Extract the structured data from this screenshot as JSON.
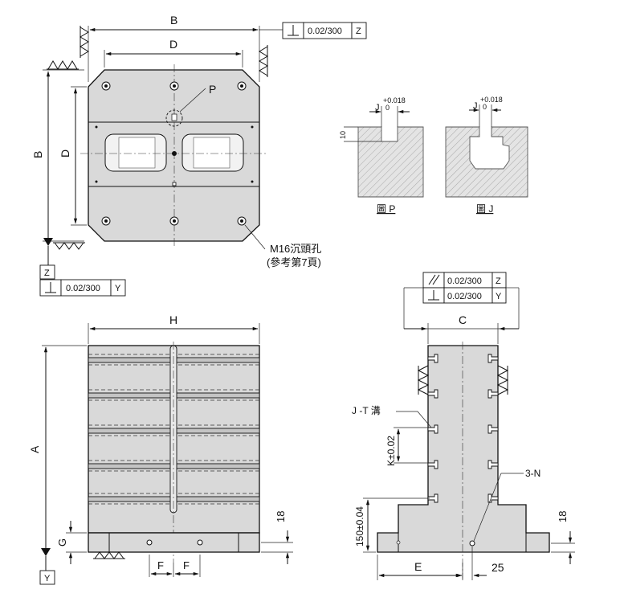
{
  "dims": {
    "B": "B",
    "D": "D",
    "H": "H",
    "A": "A",
    "C": "C",
    "E": "E",
    "F": "F",
    "G": "G",
    "val_18": "18",
    "val_25": "25",
    "val_150": "150±0.04",
    "val_10": "10",
    "K": "K±0.02"
  },
  "tolerance": {
    "perp": "0.02/300",
    "parallel": "0.02/300",
    "datum_Z": "Z",
    "datum_Y": "Y"
  },
  "labels": {
    "P": "P",
    "J": "J",
    "J_tol_plus": "+0.018",
    "J_tol_zero": "0",
    "fig_P": "圖 P",
    "fig_J": "圖 J",
    "m16": "M16沉頭孔",
    "m16_note": "(參考第7頁)",
    "jt_slot": "J -T 溝",
    "holes": "3-N"
  }
}
